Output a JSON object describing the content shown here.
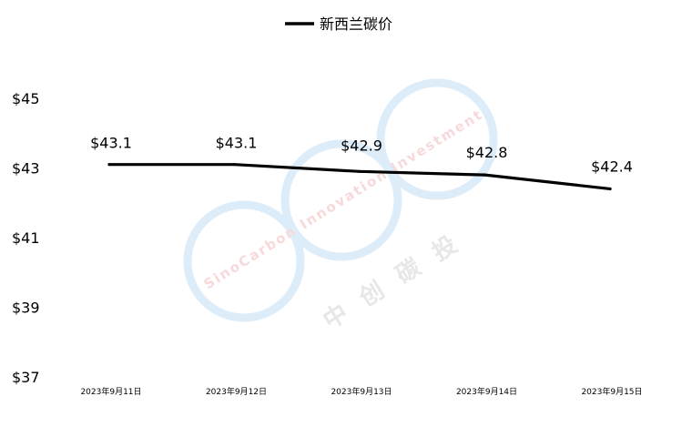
{
  "chart_data": {
    "type": "line",
    "categories": [
      "2023年9月11日",
      "2023年9月12日",
      "2023年9月13日",
      "2023年9月14日",
      "2023年9月15日"
    ],
    "series": [
      {
        "name": "新西兰碳价",
        "values": [
          43.1,
          43.1,
          42.9,
          42.8,
          42.4
        ],
        "data_labels": [
          "$43.1",
          "$43.1",
          "$42.9",
          "$42.8",
          "$42.4"
        ],
        "color": "#000000"
      }
    ],
    "y_ticks": [
      "$37",
      "$39",
      "$41",
      "$43",
      "$45"
    ],
    "y_tick_values": [
      37,
      39,
      41,
      43,
      45
    ],
    "ylim": [
      37,
      45
    ],
    "grid": false,
    "legend_position": "top-center",
    "title": "",
    "xlabel": "",
    "ylabel": ""
  },
  "watermark": {
    "latin": "SinoCarbon Innovation Investment",
    "cjk": "中 创 碳 投",
    "color": "#d6e9f8"
  }
}
